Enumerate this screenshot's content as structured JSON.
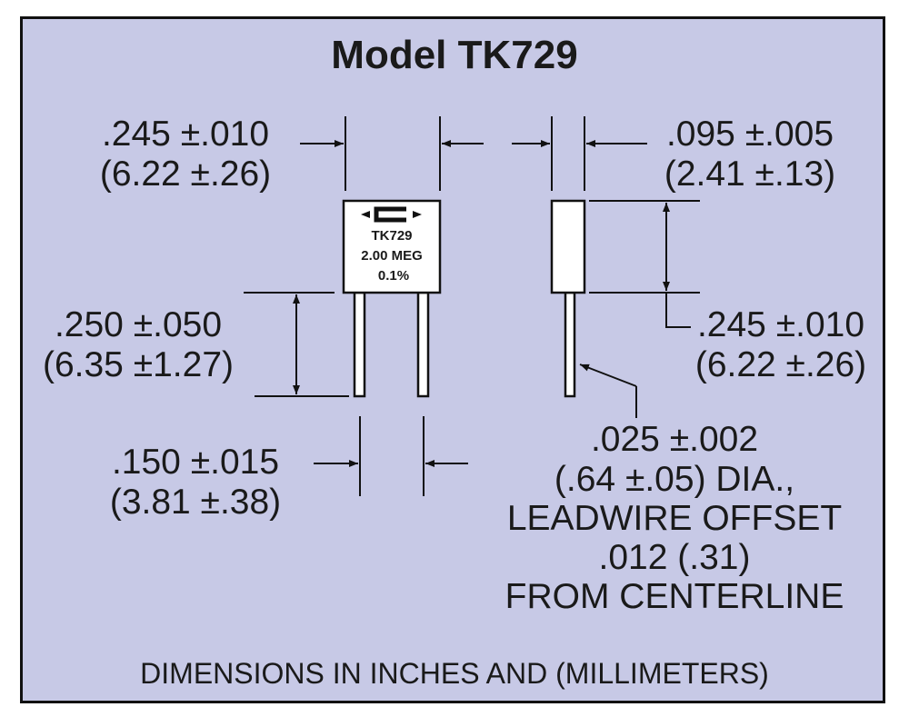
{
  "title": "Model TK729",
  "component_label": {
    "part": "TK729",
    "value": "2.00 MEG",
    "tolerance": "0.1%"
  },
  "dimensions": {
    "body_width": {
      "inches": ".245 ±.010",
      "mm": "(6.22 ±.26)"
    },
    "body_thickness": {
      "inches": ".095 ±.005",
      "mm": "(2.41 ±.13)"
    },
    "body_height": {
      "inches": ".245 ±.010",
      "mm": "(6.22 ±.26)"
    },
    "lead_length": {
      "inches": ".250 ±.050",
      "mm": "(6.35 ±1.27)"
    },
    "lead_spacing": {
      "inches": ".150 ±.015",
      "mm": "(3.81 ±.38)"
    },
    "lead_diameter": {
      "line1": ".025 ±.002",
      "line2": "(.64 ±.05) DIA.,",
      "line3": "LEADWIRE OFFSET",
      "line4": ".012 (.31)",
      "line5": "FROM CENTERLINE"
    }
  },
  "footer": "DIMENSIONS IN INCHES AND (MILLIMETERS)",
  "colors": {
    "background": "#c7c9e6",
    "body_fill": "#ffffff",
    "line": "#111111"
  }
}
